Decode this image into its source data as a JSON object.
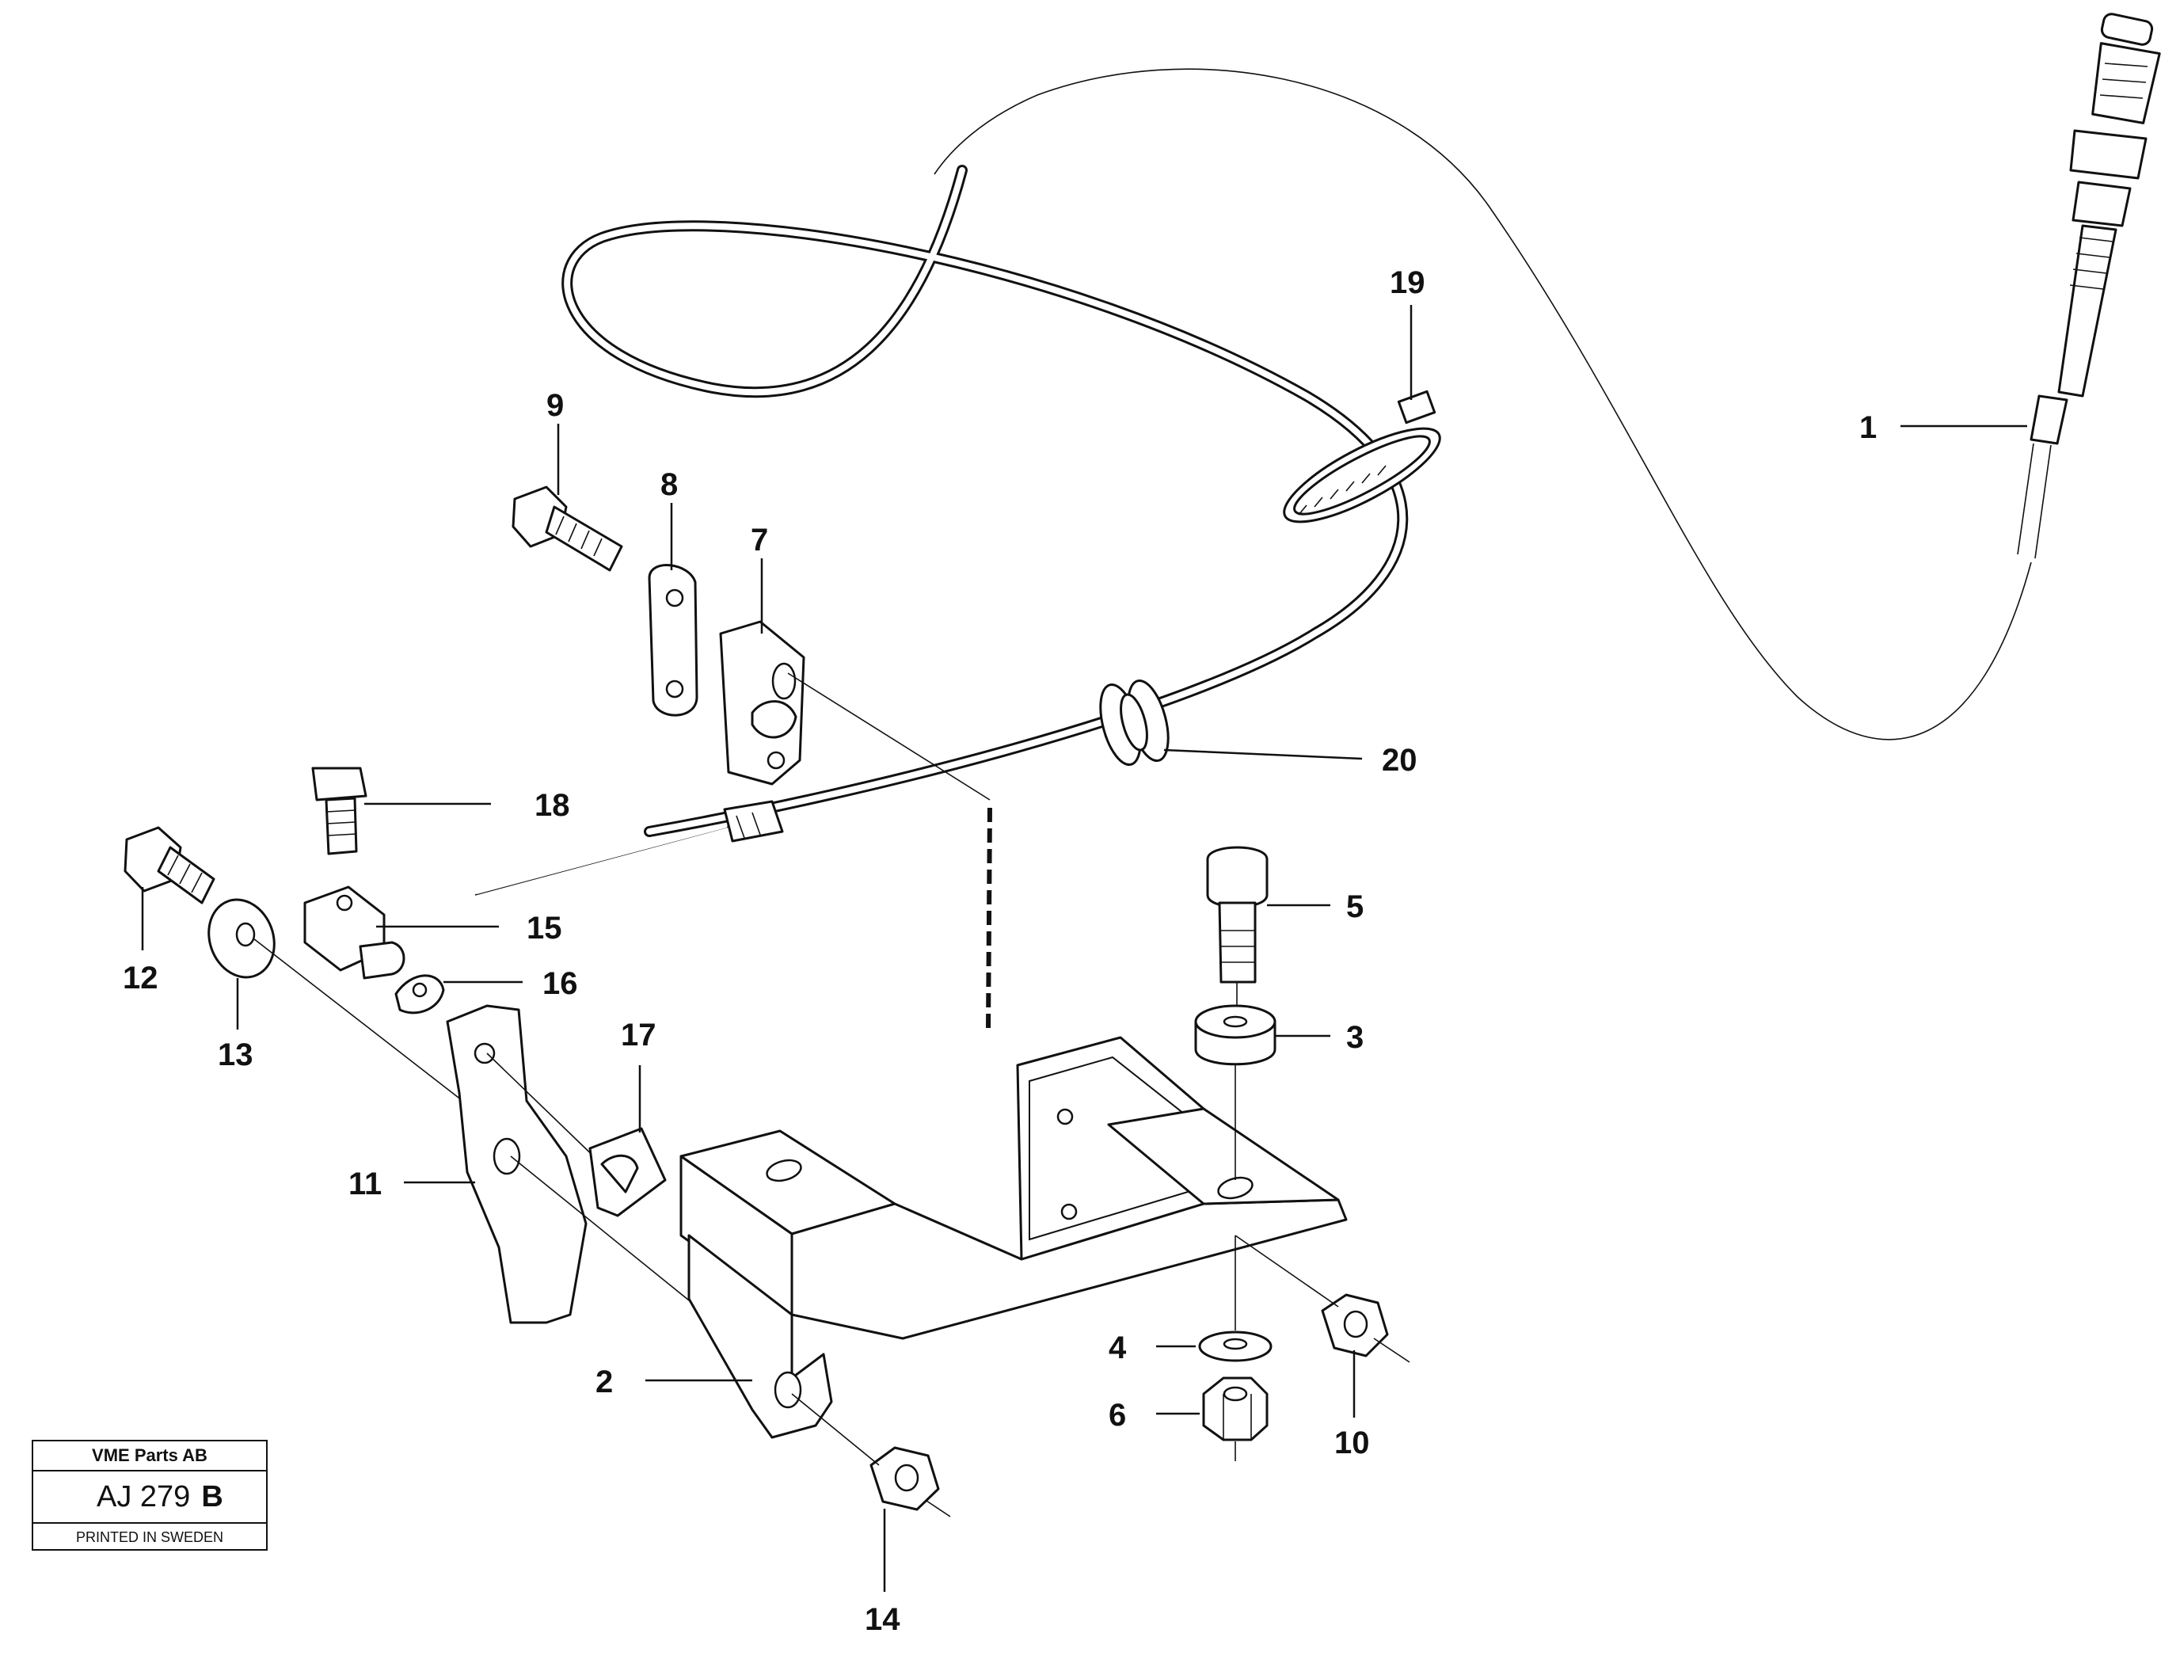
{
  "callouts": [
    {
      "id": "1",
      "label": "1"
    },
    {
      "id": "2",
      "label": "2"
    },
    {
      "id": "3",
      "label": "3"
    },
    {
      "id": "4",
      "label": "4"
    },
    {
      "id": "5",
      "label": "5"
    },
    {
      "id": "6",
      "label": "6"
    },
    {
      "id": "7",
      "label": "7"
    },
    {
      "id": "8",
      "label": "8"
    },
    {
      "id": "9",
      "label": "9"
    },
    {
      "id": "10",
      "label": "10"
    },
    {
      "id": "11",
      "label": "11"
    },
    {
      "id": "12",
      "label": "12"
    },
    {
      "id": "13",
      "label": "13"
    },
    {
      "id": "14",
      "label": "14"
    },
    {
      "id": "15",
      "label": "15"
    },
    {
      "id": "16",
      "label": "16"
    },
    {
      "id": "17",
      "label": "17"
    },
    {
      "id": "18",
      "label": "18"
    },
    {
      "id": "19",
      "label": "19"
    },
    {
      "id": "20",
      "label": "20"
    }
  ],
  "title_block": {
    "company": "VME Parts AB",
    "drawing_number": "AJ 279",
    "revision": "B",
    "printed": "PRINTED IN SWEDEN"
  }
}
